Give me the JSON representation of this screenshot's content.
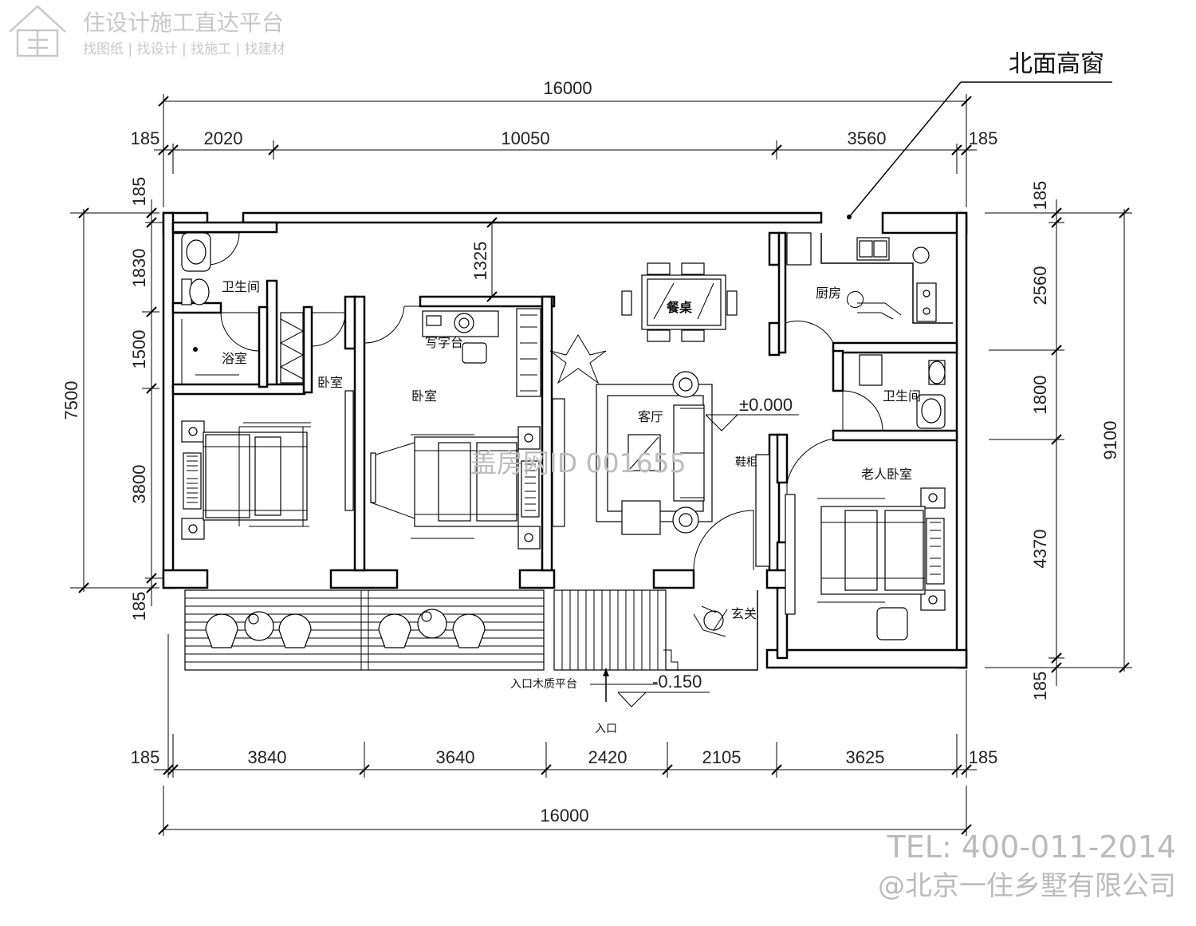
{
  "logo": {
    "title": "住设计施工直达平台",
    "subtitle": "找图纸 | 找设计 | 找施工 | 找建材"
  },
  "callout": {
    "label": "北面高窗"
  },
  "dimensions": {
    "top_total": "16000",
    "top_segments": [
      "185",
      "2020",
      "10050",
      "3560",
      "185"
    ],
    "bottom_segments": [
      "185",
      "3840",
      "3640",
      "2420",
      "2105",
      "3625",
      "185"
    ],
    "bottom_total": "16000",
    "left_segments": [
      "185",
      "1830",
      "1500",
      "3800",
      "185"
    ],
    "left_total": "7500",
    "right_segments": [
      "185",
      "2560",
      "1800",
      "4370",
      "185"
    ],
    "right_total": "9100",
    "interior": "1325"
  },
  "rooms": {
    "bathroom_left": "卫生间",
    "shower": "浴室",
    "bedroom_left": "卧室",
    "bedroom_mid": "卧室",
    "desk": "写字台",
    "dining": "餐桌",
    "kitchen": "厨房",
    "bathroom_right": "卫生间",
    "living": "客厅",
    "shoe_cabinet": "鞋柜",
    "elder_bedroom": "老人卧室",
    "foyer": "玄关"
  },
  "levels": {
    "floor": "±0.000",
    "outside": "-0.150"
  },
  "entrance": {
    "platform": "入口木质平台",
    "entry": "入口"
  },
  "watermark": "盖房网ID 001655",
  "footer": {
    "tel": "TEL: 400-011-2014",
    "company": "@北京一住乡墅有限公司"
  }
}
